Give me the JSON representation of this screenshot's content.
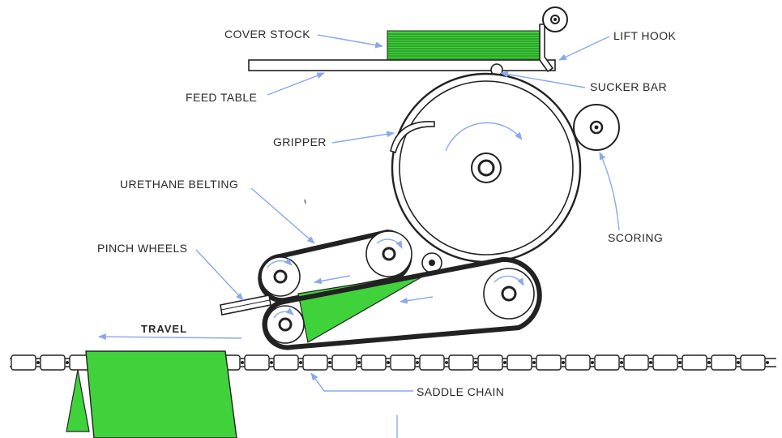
{
  "labels": {
    "cover_stock": "COVER STOCK",
    "lift_hook": "LIFT HOOK",
    "feed_table": "FEED TABLE",
    "sucker_bar": "SUCKER BAR",
    "gripper": "GRIPPER",
    "urethane_belting": "URETHANE BELTING",
    "scoring": "SCORING",
    "pinch_wheels": "PINCH WHEELS",
    "travel": "TRAVEL",
    "saddle_chain": "SADDLE CHAIN"
  },
  "colors": {
    "cover_green": "#3fd23a",
    "cover_green_dark": "#2f9a2a",
    "arrow_blue": "#8aa8ee",
    "line_dark": "#222222"
  },
  "icons": {
    "rotation_arrow": "curved-arrow-icon",
    "leader_arrow": "arrow-icon"
  }
}
